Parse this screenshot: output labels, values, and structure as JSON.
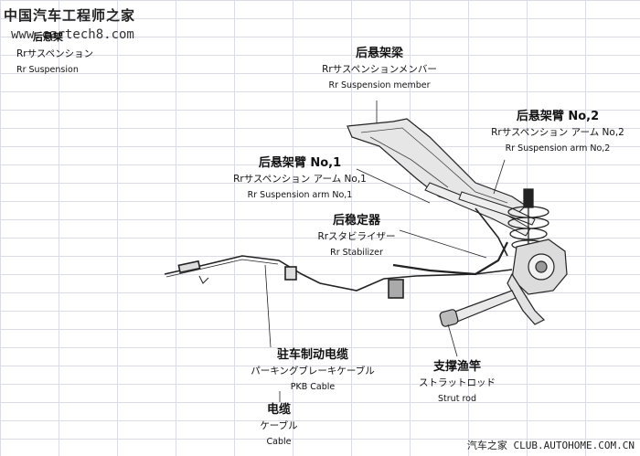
{
  "watermark": {
    "line1": "中国汽车工程师之家",
    "line2": "www.cartech8.com",
    "title_zh": "后悬架"
  },
  "header_label": {
    "ja": "Rrサスペンション",
    "en": "Rr Suspension"
  },
  "components": {
    "member": {
      "zh": "后悬架梁",
      "ja": "Rrサスペンションメンバー",
      "en": "Rr Suspension member"
    },
    "arm2": {
      "zh": "后悬架臂 No,2",
      "ja": "Rrサスペンション アーム No,2",
      "en": "Rr Suspension arm No,2"
    },
    "arm1": {
      "zh": "后悬架臂 No,1",
      "ja": "Rrサスペンション アーム No,1",
      "en": "Rr Suspension arm No,1"
    },
    "stabilizer": {
      "zh": "后稳定器",
      "ja": "Rrスタビライザー",
      "en": "Rr Stabilizer"
    },
    "pkb": {
      "zh": "驻车制动电缆",
      "ja": "パーキングブレーキケーブル",
      "en": "PKB Cable"
    },
    "cable": {
      "zh": "电缆",
      "ja": "ケーブル",
      "en": "Cable"
    },
    "strut": {
      "zh": "支撑渔竿",
      "ja": "ストラットロッド",
      "en": "Strut rod"
    }
  },
  "footer": "汽车之家 CLUB.AUTOHOME.COM.CN",
  "colors": {
    "line": "#222222",
    "grid": "#d9dde3",
    "part_fill": "#e6e6e6"
  }
}
